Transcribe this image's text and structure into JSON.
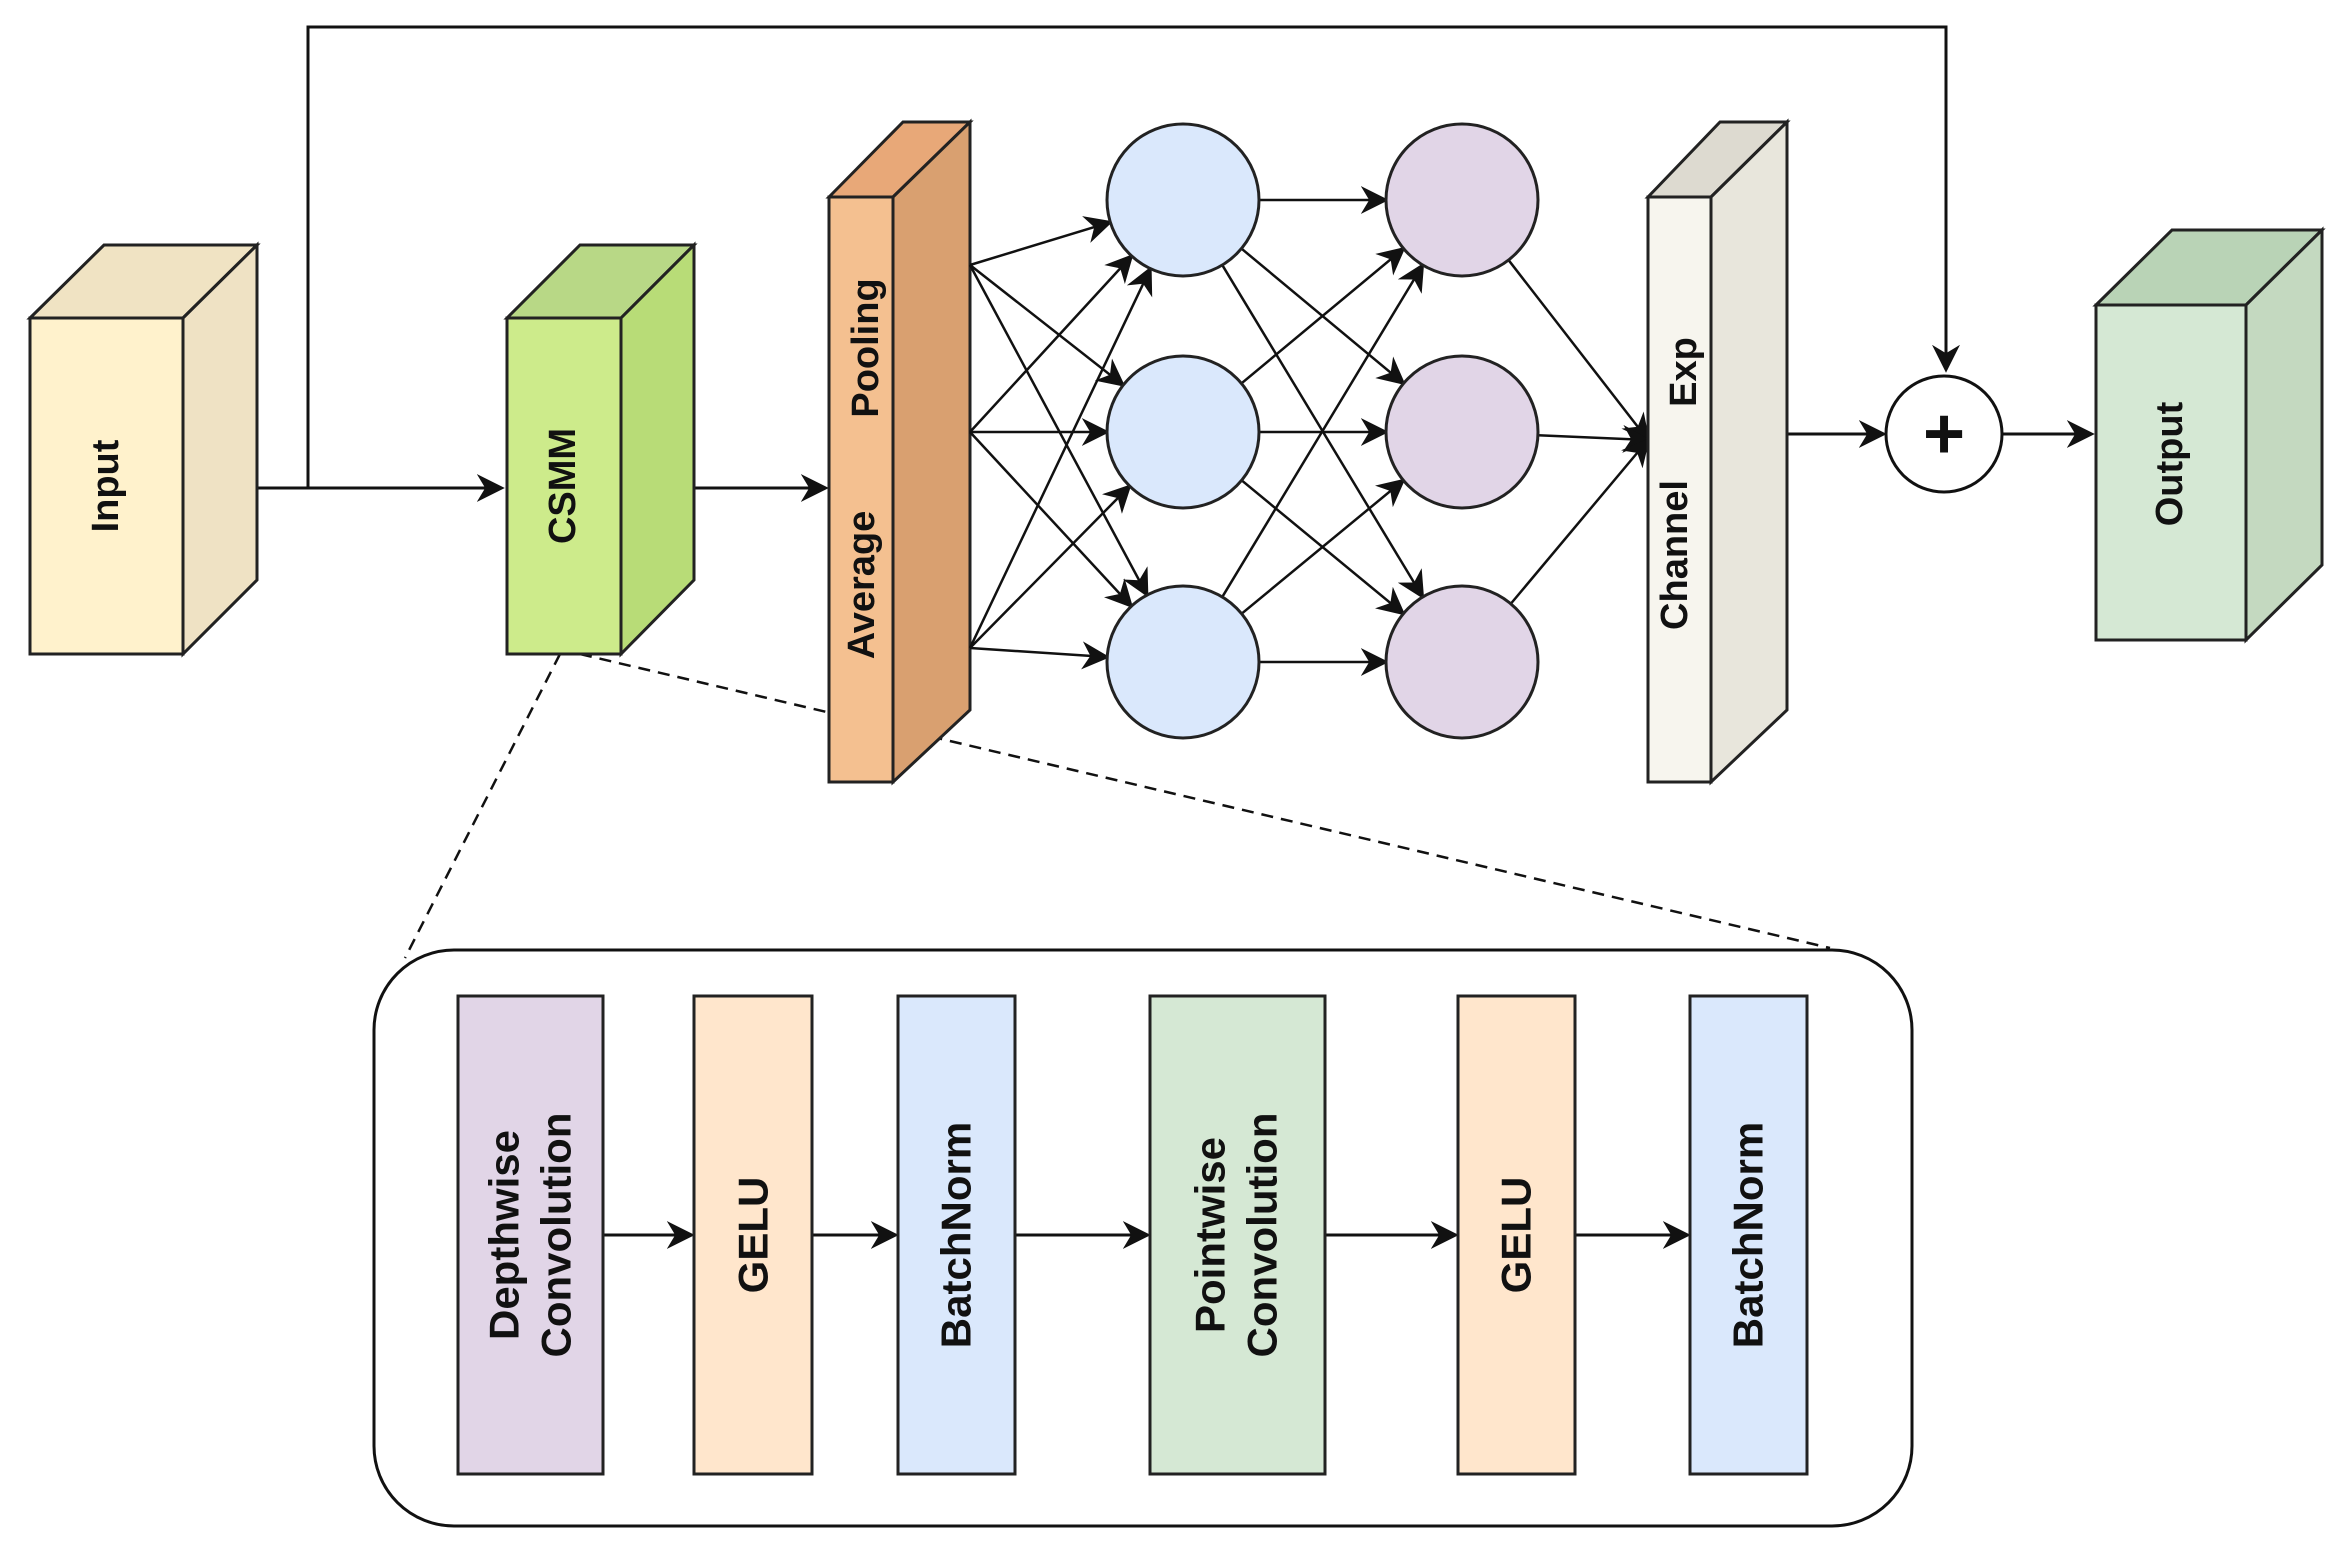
{
  "blocks": {
    "input": "Input",
    "csmm": "CSMM",
    "average_pooling": [
      "Pooling",
      "Average"
    ],
    "channel_exp": [
      "Exp",
      "Channel"
    ],
    "output": "Output",
    "adder": "+"
  },
  "csmm_detail": [
    {
      "lines": [
        "Depthwise",
        "Convolution"
      ],
      "color": "#e1d5e7"
    },
    {
      "lines": [
        "GELU"
      ],
      "color": "#ffe6cc"
    },
    {
      "lines": [
        "BatchNorm"
      ],
      "color": "#dae8fc"
    },
    {
      "lines": [
        "Pointwise",
        "Convolution"
      ],
      "color": "#d5e8d4"
    },
    {
      "lines": [
        "GELU"
      ],
      "color": "#ffe6cc"
    },
    {
      "lines": [
        "BatchNorm"
      ],
      "color": "#dae8fc"
    }
  ],
  "colors": {
    "input": "#fff2cc",
    "csmm": "#cdeb8b",
    "average_pooling": "#f4c090",
    "channel_exp": "#f7f5ee",
    "output": "#d5e8d4",
    "hidden_layer_1": "#dae8fc",
    "hidden_layer_2": "#e1d5e7"
  }
}
